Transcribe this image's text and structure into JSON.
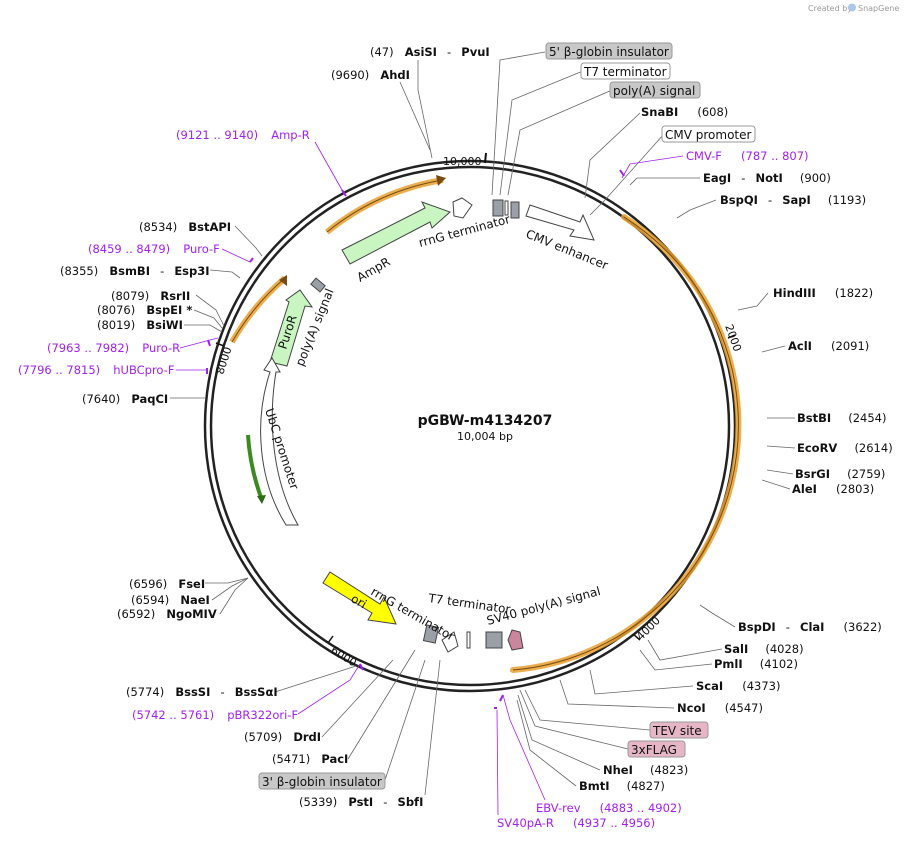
{
  "credit": {
    "text": "Created by",
    "brand": "SnapGene"
  },
  "plasmid": {
    "name": "pGBW-m4134207",
    "size": "10,004 bp"
  },
  "ticks": {
    "t10000": "10,000",
    "t2000": "2000",
    "t4000": "4000",
    "t6000": "6000",
    "t8000": "8000"
  },
  "enzymes": {
    "asisi": {
      "pos": "(47)",
      "name": "AsiSI",
      "sep": "-",
      "name2": "PvuI"
    },
    "ahdi": {
      "pos": "(9690)",
      "name": "AhdI"
    },
    "snabi": {
      "name": "SnaBI",
      "pos": "(608)"
    },
    "eagi": {
      "name": "EagI",
      "sep": "-",
      "name2": "NotI",
      "pos": "(900)"
    },
    "bspqi": {
      "name": "BspQI",
      "sep": "-",
      "name2": "SapI",
      "pos": "(1193)"
    },
    "hindiii": {
      "name": "HindIII",
      "pos": "(1822)"
    },
    "acli": {
      "name": "AclI",
      "pos": "(2091)"
    },
    "bstbi": {
      "name": "BstBI",
      "pos": "(2454)"
    },
    "ecorv": {
      "name": "EcoRV",
      "pos": "(2614)"
    },
    "bsrgi": {
      "name": "BsrGI",
      "pos": "(2759)"
    },
    "alei": {
      "name": "AleI",
      "pos": "(2803)"
    },
    "bspdi": {
      "name": "BspDI",
      "sep": "-",
      "name2": "ClaI",
      "pos": "(3622)"
    },
    "sali": {
      "name": "SalI",
      "pos": "(4028)"
    },
    "pmli": {
      "name": "PmlI",
      "pos": "(4102)"
    },
    "scai": {
      "name": "ScaI",
      "pos": "(4373)"
    },
    "ncoi": {
      "name": "NcoI",
      "pos": "(4547)"
    },
    "nhei": {
      "name": "NheI",
      "pos": "(4823)"
    },
    "bmti": {
      "name": "BmtI",
      "pos": "(4827)"
    },
    "psti": {
      "pos": "(5339)",
      "name": "PstI",
      "sep": "-",
      "name2": "SbfI"
    },
    "paci": {
      "pos": "(5471)",
      "name": "PacI"
    },
    "drdi": {
      "pos": "(5709)",
      "name": "DrdI"
    },
    "bsssi": {
      "pos": "(5774)",
      "name": "BssSI",
      "sep": "-",
      "name2": "BssSαI"
    },
    "ngomiv": {
      "pos": "(6592)",
      "name": "NgoMIV"
    },
    "naei": {
      "pos": "(6594)",
      "name": "NaeI"
    },
    "fsei": {
      "pos": "(6596)",
      "name": "FseI"
    },
    "paqci": {
      "pos": "(7640)",
      "name": "PaqCI"
    },
    "bsiwi": {
      "pos": "(8019)",
      "name": "BsiWI"
    },
    "bspei": {
      "pos": "(8076)",
      "name": "BspEI *"
    },
    "rsrii": {
      "pos": "(8079)",
      "name": "RsrII"
    },
    "bsmbi": {
      "pos": "(8355)",
      "name": "BsmBI",
      "sep": "-",
      "name2": "Esp3I"
    },
    "bstapi": {
      "pos": "(8534)",
      "name": "BstAPI"
    }
  },
  "primers": {
    "ampr": {
      "range": "(9121 .. 9140)",
      "name": "Amp-R"
    },
    "cmvf": {
      "name": "CMV-F",
      "range": "(787 .. 807)"
    },
    "purof": {
      "range": "(8459 .. 8479)",
      "name": "Puro-F"
    },
    "puror": {
      "range": "(7963 .. 7982)",
      "name": "Puro-R"
    },
    "hubc": {
      "range": "(7796 .. 7815)",
      "name": "hUBCpro-F"
    },
    "pbr322": {
      "range": "(5742 .. 5761)",
      "name": "pBR322ori-F"
    },
    "ebvrev": {
      "name": "EBV-rev",
      "range": "(4883 .. 4902)"
    },
    "sv40par": {
      "name": "SV40pA-R",
      "range": "(4937 .. 4956)"
    }
  },
  "boxes": {
    "globin5": "5' β-globin insulator",
    "t7top": "T7 terminator",
    "polya_top": "poly(A) signal",
    "cmvprom": "CMV promoter",
    "tev": "TEV site",
    "flag": "3xFLAG",
    "globin3": "3' β-globin insulator"
  },
  "features": {
    "ampr": "AmpR",
    "rrng_top": "rrnG terminator",
    "cmv_enh": "CMV enhancer",
    "puror": "PuroR",
    "polya_left": "poly(A) signal",
    "ubc": "UbC promoter",
    "ori": "ori",
    "rrng_bottom": "rrnG terminator",
    "t7_bottom": "T7 terminator",
    "sv40": "SV40 poly(A) signal"
  },
  "colors": {
    "backbone": "#222222",
    "primer": "#a020f0",
    "orf_fill": "#f4b24a",
    "feature_green": "#c8f5c0",
    "ori_yellow": "#ffff00",
    "grey_box": "#c8c8c8",
    "pink_box": "#e6b6c6"
  }
}
